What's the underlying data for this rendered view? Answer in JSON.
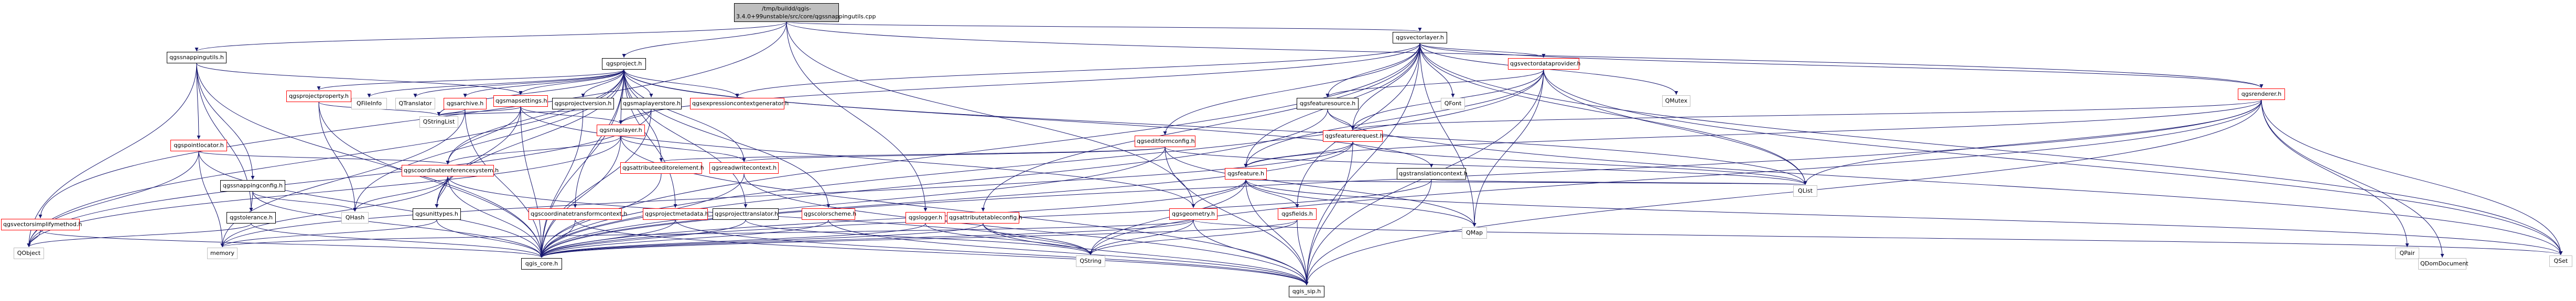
{
  "nodes": {
    "root": "/tmp/buildd/qgis-3.4.0+99unstable/src/core/qgssnappingutils.cpp",
    "qgssnappingutils_h": "qgssnappingutils.h",
    "qgsproject_h": "qgsproject.h",
    "qgsvectorlayer_h": "qgsvectorlayer.h",
    "qgsrenderer_h": "qgsrenderer.h",
    "qgsvectorsimplifymethod_h": "qgsvectorsimplifymethod.h",
    "qgspointlocator_h": "qgspointlocator.h",
    "qgssnappingconfig_h": "qgssnappingconfig.h",
    "qgstolerance_h": "qgstolerance.h",
    "qgsprojectproperty_h": "qgsprojectproperty.h",
    "qfileinfo": "QFileInfo",
    "qtranslator": "QTranslator",
    "qgsarchive_h": "qgsarchive.h",
    "qgsmapsettings_h": "qgsmapsettings.h",
    "qgsprojectversion_h": "qgsprojectversion.h",
    "qgsmaplayerstore_h": "qgsmaplayerstore.h",
    "qgsexpressioncontextgenerator_h": "qgsexpressioncontextgenerator.h",
    "qstringlist": "QStringList",
    "qgsmaplayer_h": "qgsmaplayer.h",
    "qgscoordinatereferencesystem_h": "qgscoordinatereferencesystem.h",
    "qgsattributeeditorelement_h": "qgsattributeeditorelement.h",
    "qgsreadwritecontext_h": "qgsreadwritecontext.h",
    "qgsunittypes_h": "qgsunittypes.h",
    "qgscoordinatetransformcontext_h": "qgscoordinatetransformcontext.h",
    "qgsprojectmetadata_h": "qgsprojectmetadata.h",
    "qgsprojecttranslator_h": "qgsprojecttranslator.h",
    "qgscolorscheme_h": "qgscolorscheme.h",
    "qgslogger_h": "qgslogger.h",
    "qgsattributetableconfig_h": "qgsattributetableconfig.h",
    "qgseditformconfig_h": "qgseditformconfig.h",
    "qgsfeature_h": "qgsfeature.h",
    "qgsgeometry_h": "qgsgeometry.h",
    "qgsfields_h": "qgsfields.h",
    "qgsfeaturesource_h": "qgsfeaturesource.h",
    "qgsfeaturerequest_h": "qgsfeaturerequest.h",
    "qgsvectordataprovider_h": "qgsvectordataprovider.h",
    "qgstranslationcontext_h": "qgstranslationcontext.h",
    "qfont": "QFont",
    "qmutex": "QMutex",
    "qhash": "QHash",
    "qobject": "QObject",
    "memory": "memory",
    "qgis_core_h": "qgis_core.h",
    "qgis_sip_h": "qgis_sip.h",
    "qstring": "QString",
    "qmap": "QMap",
    "qlist": "QList",
    "qset": "QSet",
    "qpair": "QPair",
    "qdomdocument": "QDomDocument"
  },
  "colors": {
    "root_fill": "#bfbfbf",
    "include_edge": "#191970",
    "unresolved_border": "#ff0000",
    "system_border": "#bfbfbf"
  }
}
